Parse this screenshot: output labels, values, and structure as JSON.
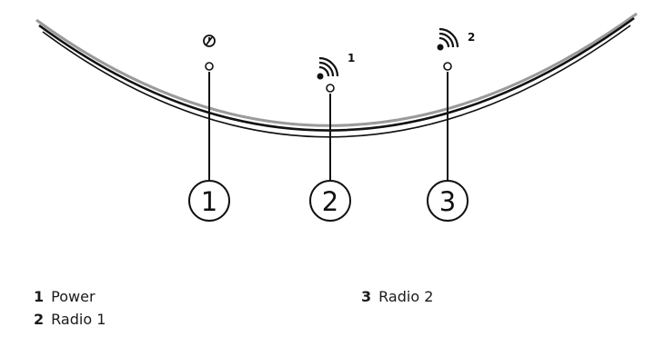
{
  "indicators": [
    {
      "id": 1,
      "icon": "power-icon",
      "callout": "1",
      "label": "Power",
      "superscript": ""
    },
    {
      "id": 2,
      "icon": "radio-signal-icon",
      "callout": "2",
      "label": "Radio 1",
      "superscript": "1"
    },
    {
      "id": 3,
      "icon": "radio-signal-icon",
      "callout": "3",
      "label": "Radio 2",
      "superscript": "2"
    }
  ],
  "legend": [
    {
      "number": "1",
      "label": "Power"
    },
    {
      "number": "2",
      "label": "Radio 1"
    },
    {
      "number": "3",
      "label": "Radio 2"
    }
  ]
}
